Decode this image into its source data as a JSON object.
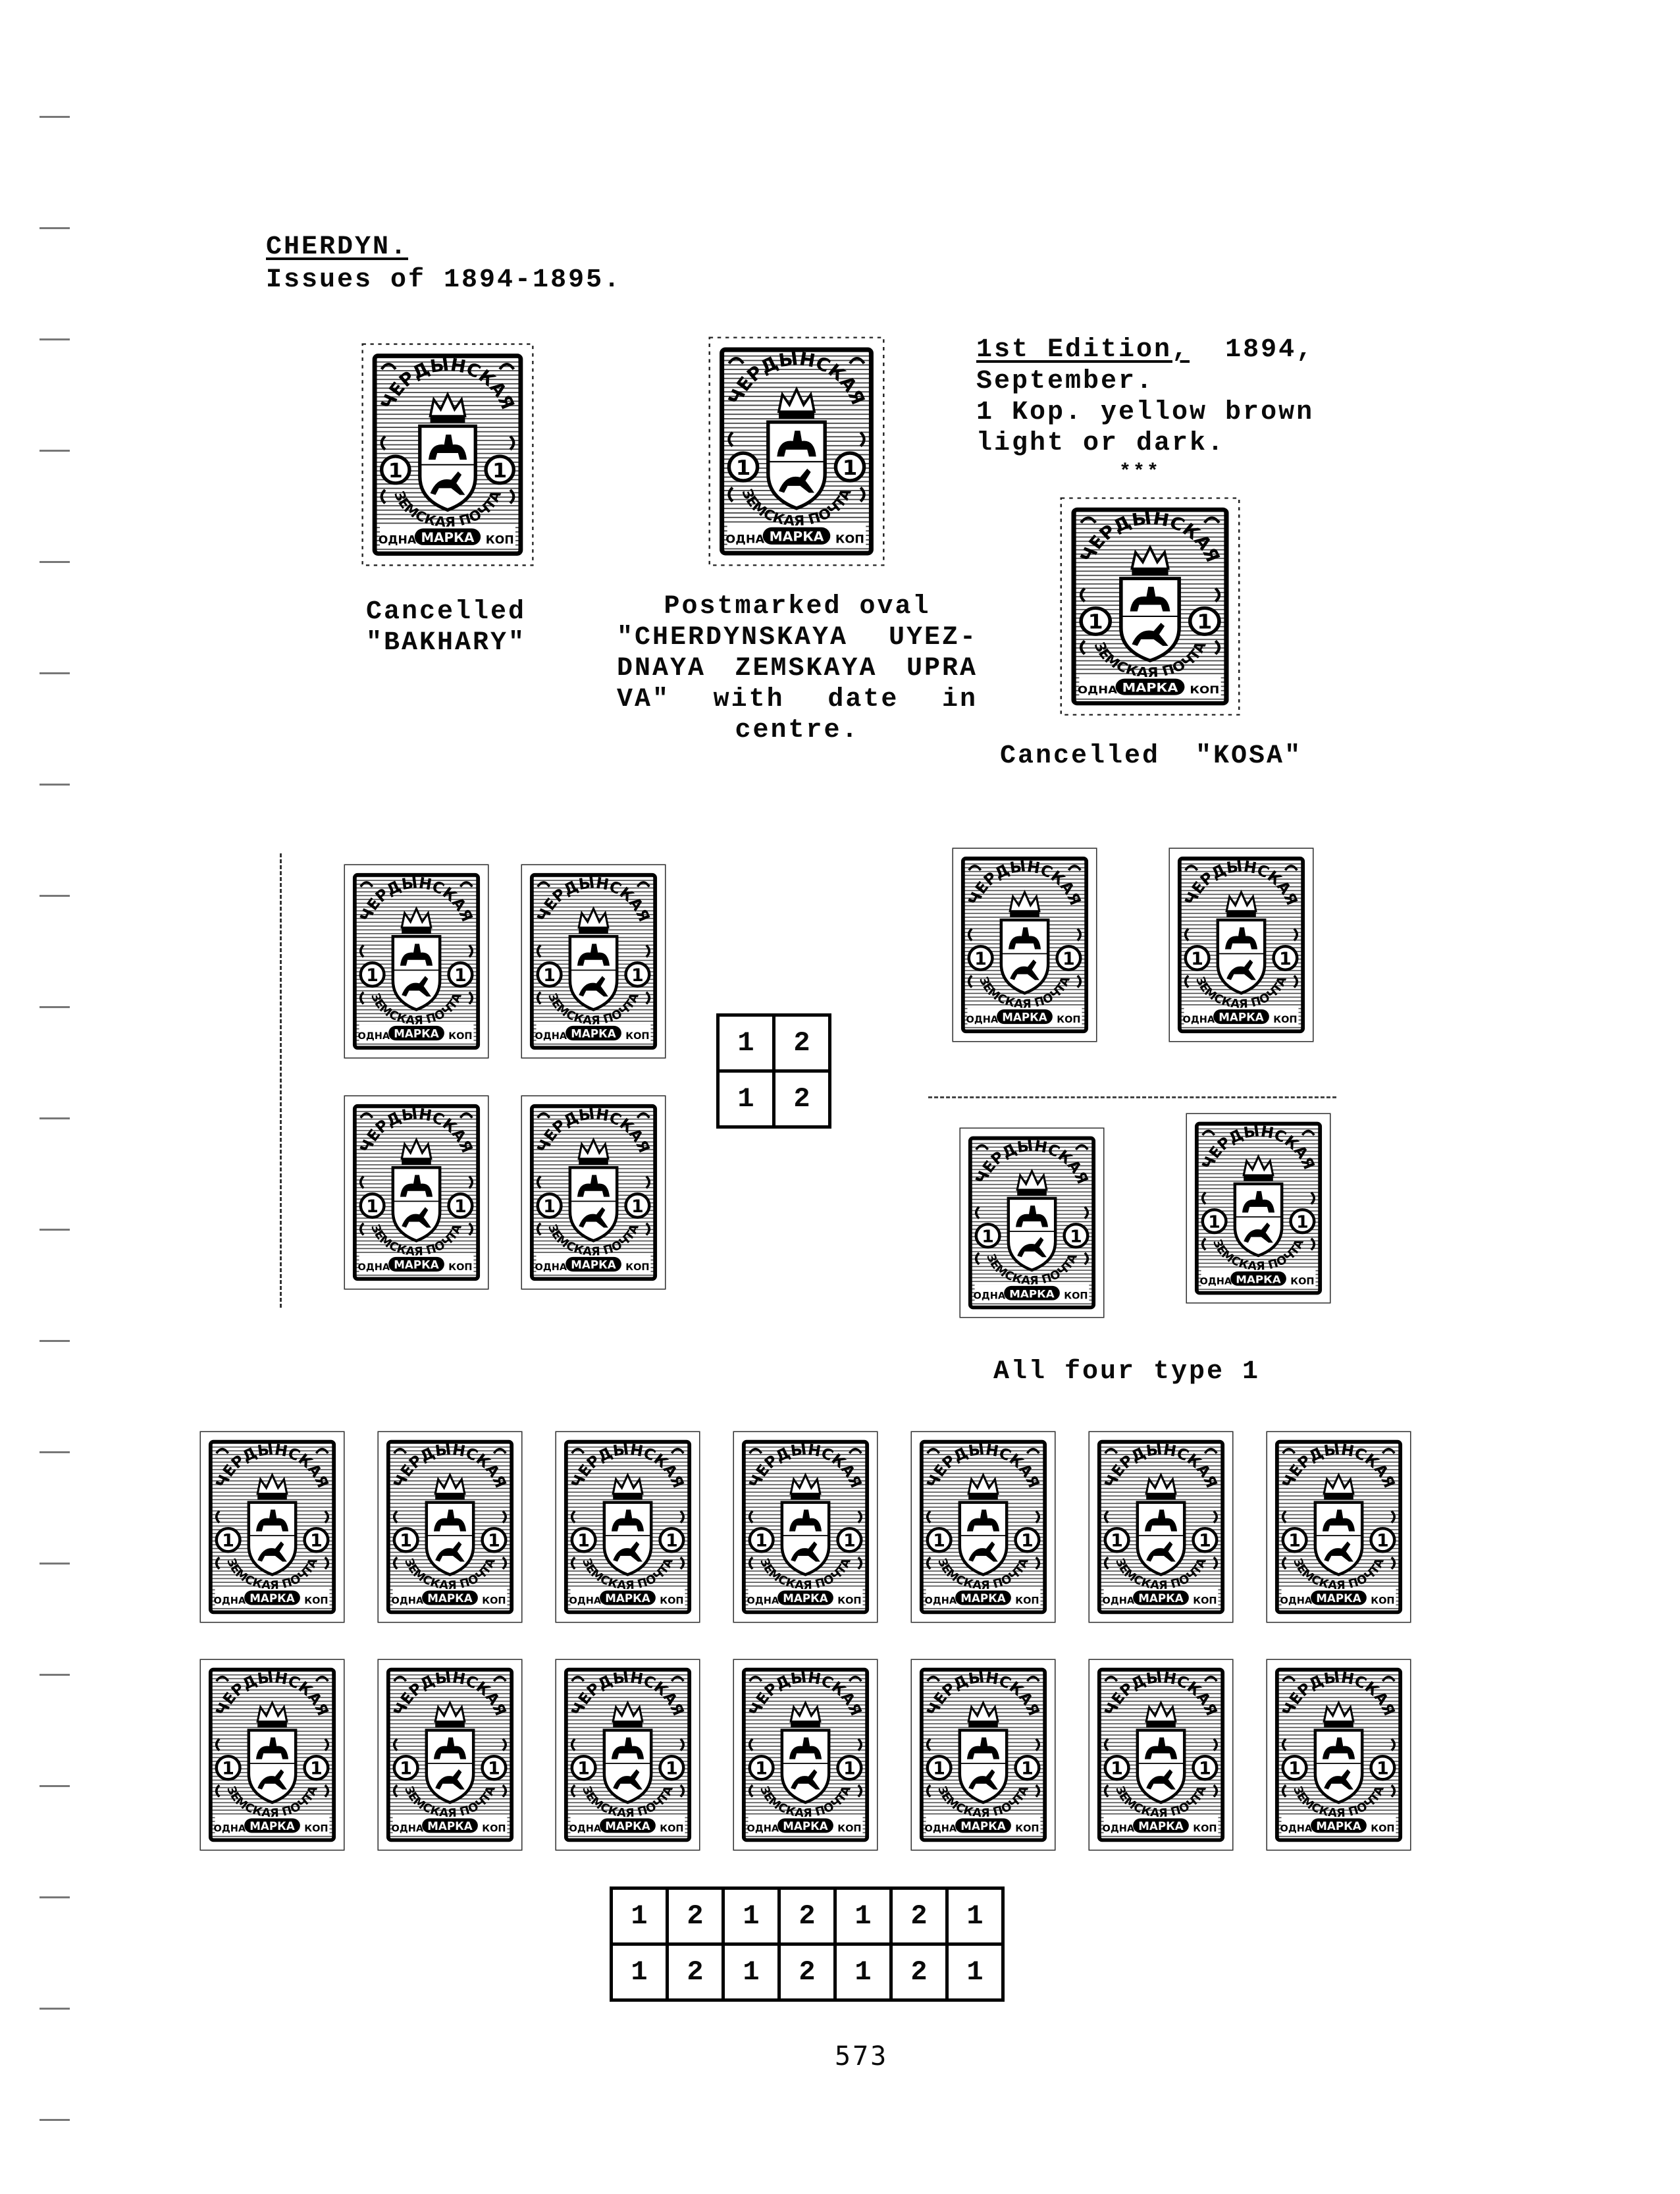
{
  "header": {
    "title": "CHERDYN.",
    "subtitle": "Issues of 1894-1895."
  },
  "edition": {
    "label": "1st Edition,",
    "year": "1894,",
    "month": "September.",
    "value_line": "1 Kop. yellow brown",
    "shade_line": "light or dark.",
    "separator": "***"
  },
  "captions": {
    "bakhary": [
      "Cancelled",
      "\"BAKHARY\""
    ],
    "postmark": [
      "Postmarked oval",
      "\"CHERDYNSKAYA UYEZ-",
      "DNAYA ZEMSKAYA UPRA",
      "VA\"  with  date  in",
      "centre."
    ],
    "kosa": "Cancelled  \"KOSA\"",
    "type_note": "All four type 1"
  },
  "grid_small": [
    [
      "1",
      "2"
    ],
    [
      "1",
      "2"
    ]
  ],
  "grid_large": [
    [
      "1",
      "2",
      "1",
      "2",
      "1",
      "2",
      "1"
    ],
    [
      "1",
      "2",
      "1",
      "2",
      "1",
      "2",
      "1"
    ]
  ],
  "page_number": "573",
  "stamp_design": {
    "top_text": "ЧЕРДЫНСКАЯ",
    "bottom_text": "ЗЕМСКАЯ ПОЧТА",
    "label": "МАРКА",
    "left_text": "ОДНА",
    "right_text": "КОП",
    "value": "1"
  }
}
